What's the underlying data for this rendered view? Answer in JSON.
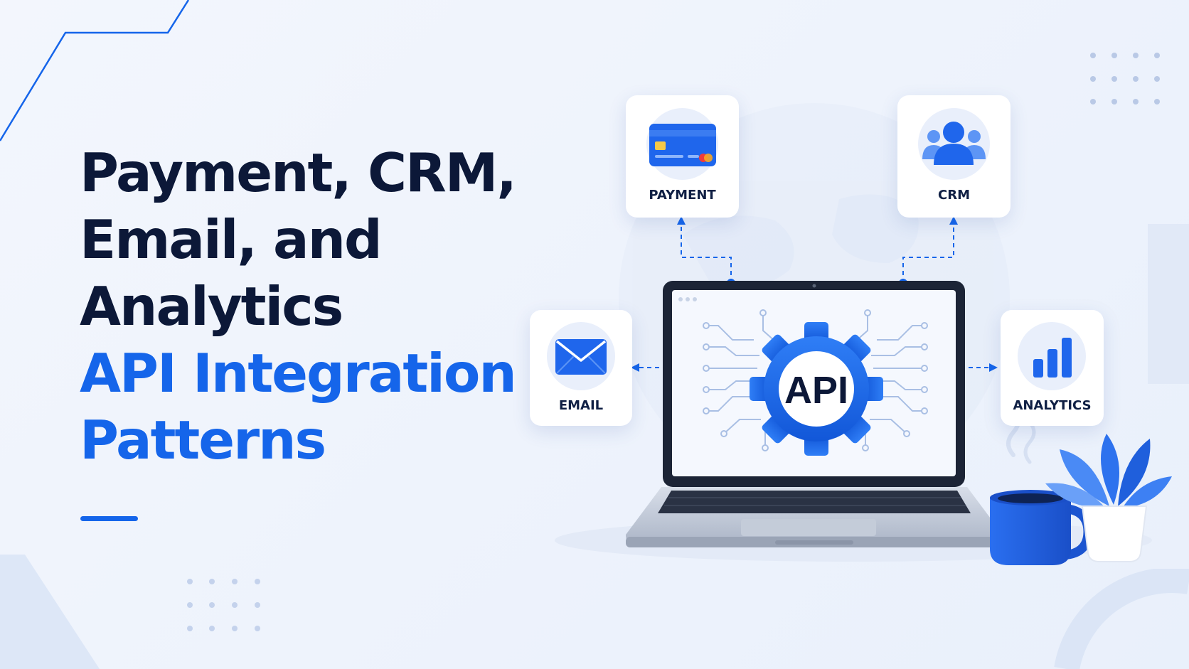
{
  "headline": {
    "line1": "Payment, CRM,",
    "line2": "Email, and",
    "line3": "Analytics",
    "line4": "API Integration",
    "line5": "Patterns"
  },
  "hub": {
    "label": "API",
    "icon": "gear-icon"
  },
  "services": {
    "payment": {
      "label": "PAYMENT",
      "icon": "credit-card-icon"
    },
    "crm": {
      "label": "CRM",
      "icon": "users-icon"
    },
    "email": {
      "label": "EMAIL",
      "icon": "envelope-icon"
    },
    "analytics": {
      "label": "ANALYTICS",
      "icon": "bar-chart-icon"
    }
  },
  "colors": {
    "primary": "#1565ea",
    "navy": "#0c1838",
    "background": "#eef3fc",
    "card": "#ffffff"
  }
}
